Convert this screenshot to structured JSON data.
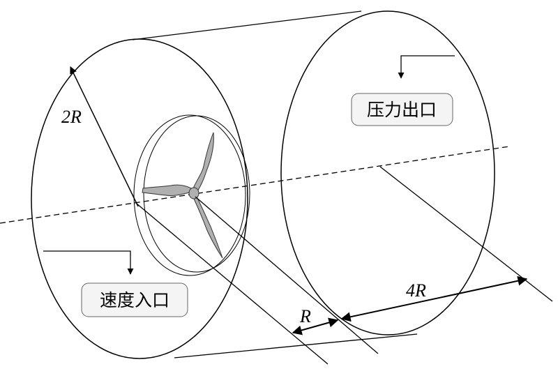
{
  "labels": {
    "outlet": "压力出口",
    "inlet": "速度入口",
    "radius_domain": "2R",
    "upstream_distance": "R",
    "downstream_distance": "4R"
  },
  "colors": {
    "line": "#000000",
    "blade": "#b0b0b0",
    "box_fill": "#f4f4f4"
  }
}
